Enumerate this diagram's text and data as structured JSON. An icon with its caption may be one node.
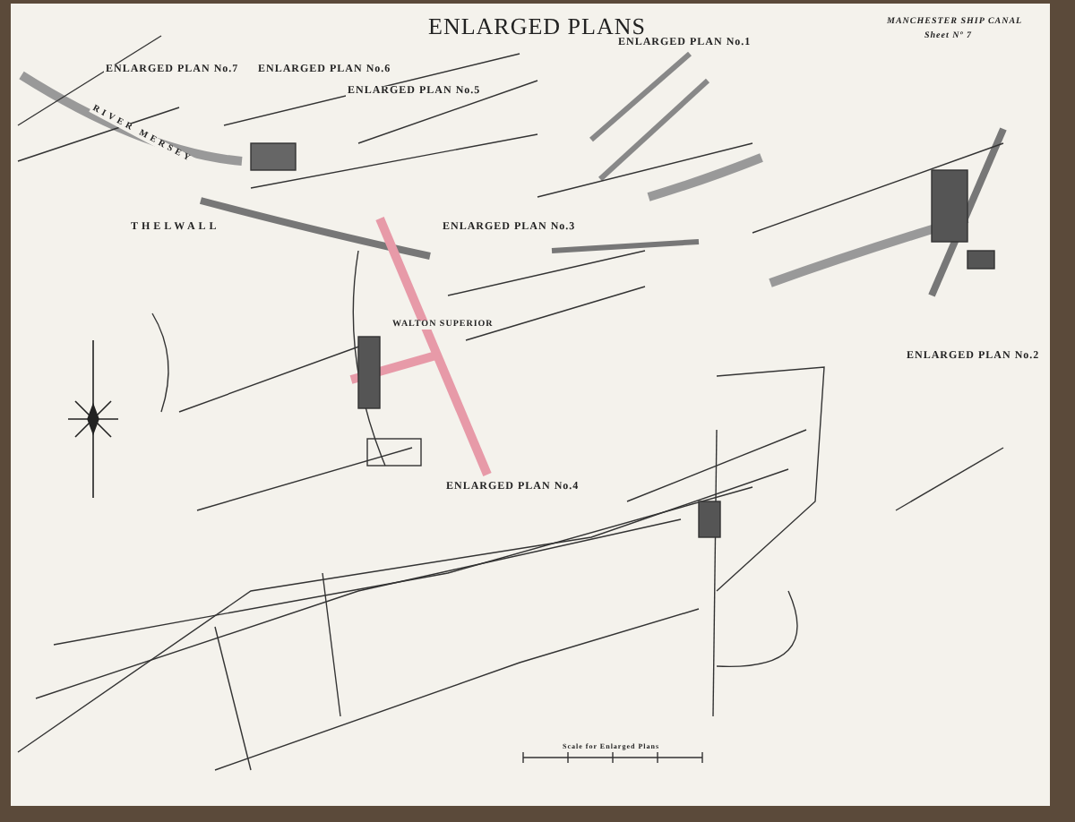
{
  "diagram": {
    "title": "ENLARGED PLANS",
    "labels": [
      "MANCHESTER SHIP CANAL",
      "Sheet Nº 7",
      "ENLARGED PLAN No.7",
      "ENLARGED PLAN No.6",
      "ENLARGED PLAN No.1",
      "ENLARGED PLAN No.5",
      "RIVER MERSEY",
      "THELWALL",
      "ENLARGED PLAN No.3",
      "WALTON SUPERIOR",
      "ENLARGED PLAN No.2",
      "ENLARGED PLAN No.4",
      "Scale for Enlarged Plans"
    ]
  }
}
